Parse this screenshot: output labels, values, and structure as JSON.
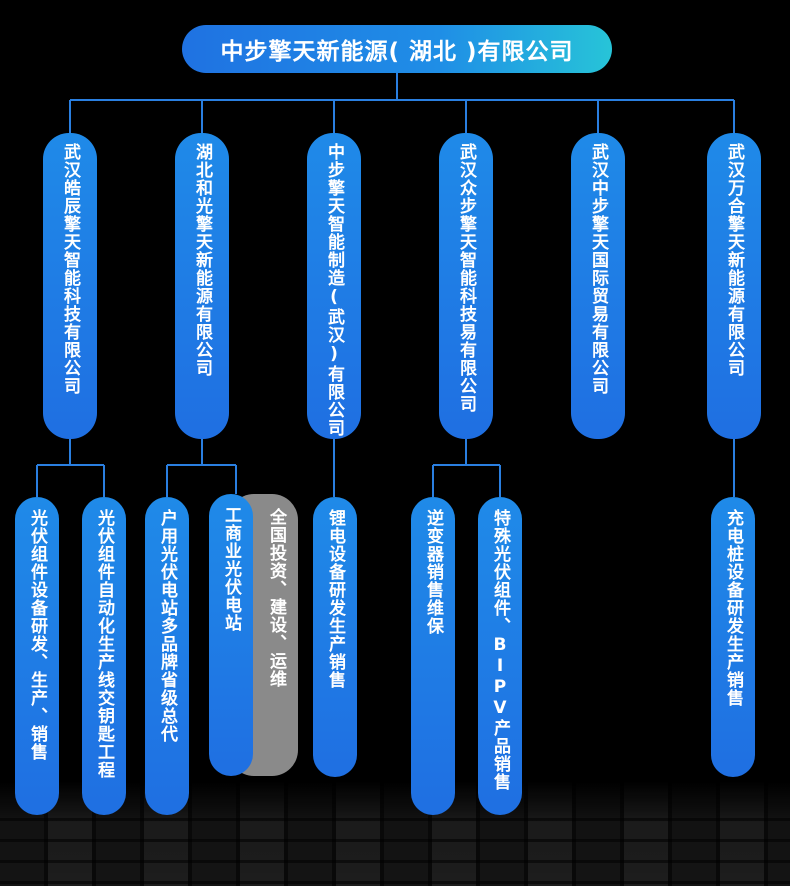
{
  "title": "中步擎天新能源( 湖北 )有限公司",
  "companies": [
    "武汉皓辰擎天智能科技有限公司",
    "湖北和光擎天新能源有限公司",
    "中步擎天智能制造(武汉)有限公司",
    "武汉众步擎天智能科技易有限公司",
    "武汉中步擎天国际贸易有限公司",
    "武汉万合擎天新能源有限公司"
  ],
  "businesses": [
    "光伏组件设备研发、生产、销售",
    "光伏组件自动化生产线交钥匙工程",
    "户用光伏电站多品牌省级总代",
    "工商业光伏电站",
    "全国投资、建设、运维",
    "锂电设备研发生产销售",
    "逆变器销售维保",
    "特殊光伏组件、BIPV产品销售",
    "充电桩设备研发生产销售"
  ],
  "colors": {
    "pill": "#1f78e4",
    "accent": "#27c4d8",
    "gray": "#8a8a8a",
    "line": "#2a7fe0",
    "background": "#000000"
  }
}
